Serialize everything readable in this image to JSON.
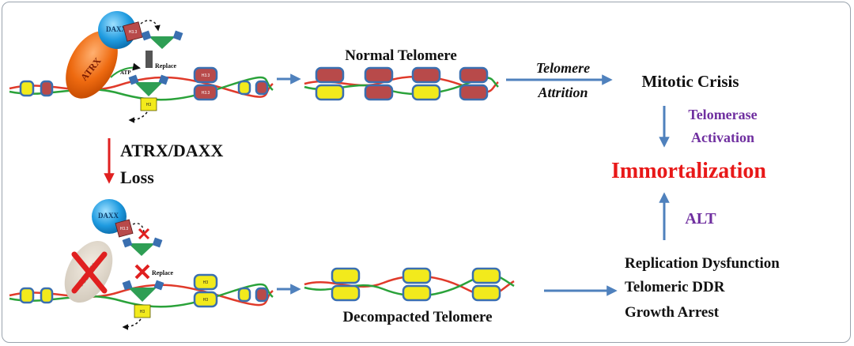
{
  "labels": {
    "normal_telomere": "Normal Telomere",
    "decompacted_telomere": "Decompacted Telomere",
    "telomere_attrition_line1": "Telomere",
    "telomere_attrition_line2": "Attrition",
    "mitotic_crisis": "Mitotic Crisis",
    "telomerase_line1": "Telomerase",
    "telomerase_line2": "Activation",
    "immortalization": "Immortalization",
    "alt": "ALT",
    "loss_line1": "ATRX/DAXX",
    "loss_line2": "Loss",
    "outcomes": [
      "Replication Dysfunction",
      "Telomeric DDR",
      "Growth Arrest"
    ]
  },
  "proteins": {
    "atrx": "ATRX",
    "daxx": "DAXX",
    "atp": "ATP",
    "replace": "Replace",
    "h33": "H3.3",
    "h3": "H3"
  },
  "colors": {
    "arrow_blue": "#4f81bd",
    "arrow_red": "#e02020",
    "immortal_red": "#e81818",
    "purple": "#7030a0",
    "dna_red": "#e03a2a",
    "dna_green": "#2aa23a",
    "h33_red": "#b84a4a",
    "h3_yellow": "#f2ea1c",
    "nuc_blue": "#3a6fb0",
    "daxx_blue": "#1f9be0",
    "atrx_orange": "#ee6a10",
    "chaperone_green": "#2e9e54"
  },
  "icons": {
    "blocked": "red-x-icon"
  }
}
